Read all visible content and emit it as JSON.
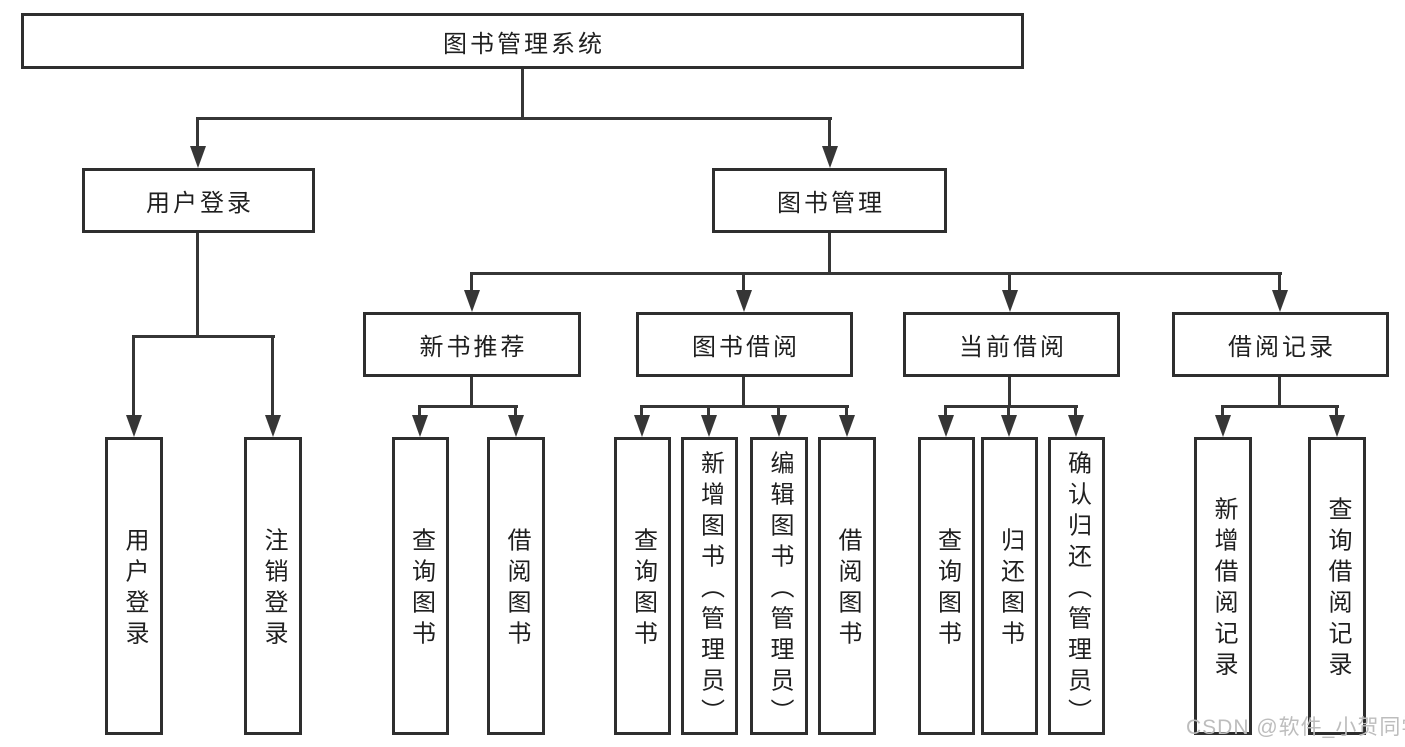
{
  "diagram": {
    "root": {
      "label": "图书管理系统"
    },
    "branches": [
      {
        "label": "用户登录",
        "children": [
          {
            "label": "用户登录"
          },
          {
            "label": "注销登录"
          }
        ]
      },
      {
        "label": "图书管理",
        "children": [
          {
            "label": "新书推荐",
            "children": [
              {
                "label": "查询图书"
              },
              {
                "label": "借阅图书"
              }
            ]
          },
          {
            "label": "图书借阅",
            "children": [
              {
                "label": "查询图书"
              },
              {
                "label": "新增图书（管理员）"
              },
              {
                "label": "编辑图书（管理员）"
              },
              {
                "label": "借阅图书"
              }
            ]
          },
          {
            "label": "当前借阅",
            "children": [
              {
                "label": "查询图书"
              },
              {
                "label": "归还图书"
              },
              {
                "label": "确认归还（管理员）"
              }
            ]
          },
          {
            "label": "借阅记录",
            "children": [
              {
                "label": "新增借阅记录"
              },
              {
                "label": "查询借阅记录"
              }
            ]
          }
        ]
      }
    ]
  },
  "watermark": {
    "text": "CSDN @软件_小贺同学"
  },
  "colors": {
    "line": "#363636",
    "box_border": "#2e2e2e",
    "text": "#1f1f1f",
    "watermark": "#bdbdbd",
    "background": "#ffffff"
  }
}
